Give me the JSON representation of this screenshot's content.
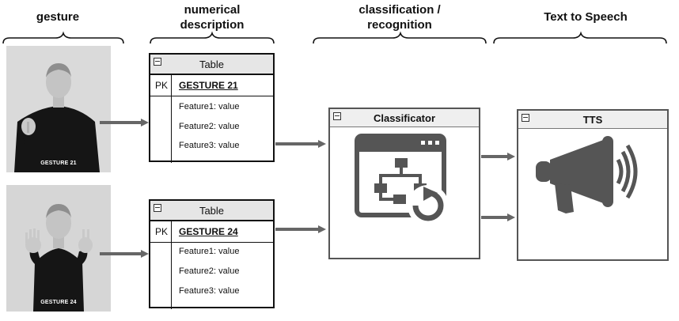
{
  "headers": {
    "gesture": "gesture",
    "numerical_line1": "numerical",
    "numerical_line2": "description",
    "classification_line1": "classification /",
    "classification_line2": "recognition",
    "tts": "Text to Speech"
  },
  "photos": [
    {
      "caption": "GESTURE 21"
    },
    {
      "caption": "GESTURE 24"
    }
  ],
  "tables": [
    {
      "title": "Table",
      "pk": "PK",
      "gesture": "GESTURE 21",
      "features": [
        "Feature1: value",
        "Feature2: value",
        "Feature3: value"
      ]
    },
    {
      "title": "Table",
      "pk": "PK",
      "gesture": "GESTURE 24",
      "features": [
        "Feature1: value",
        "Feature2: value",
        "Feature3: value"
      ]
    }
  ],
  "classificator": {
    "title": "Classificator",
    "icon": "classifier-window-icon"
  },
  "tts_box": {
    "title": "TTS",
    "icon": "megaphone-icon"
  },
  "colors": {
    "arrow": "#666666",
    "icon": "#555555",
    "box_border": "#555555"
  }
}
